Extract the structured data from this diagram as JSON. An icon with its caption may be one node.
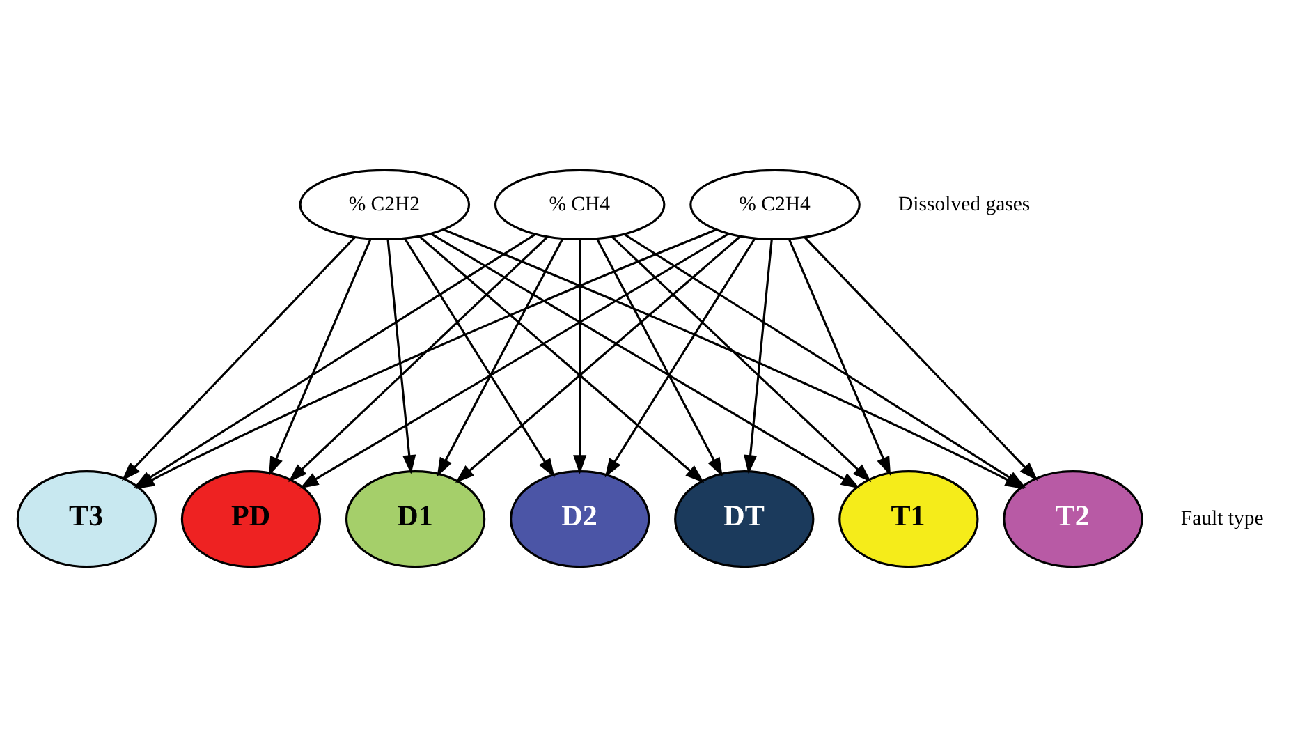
{
  "diagram": {
    "nodes": [
      {
        "text": [
          "% C2H2"
        ]
      },
      {
        "text": [
          "% CH4"
        ]
      },
      {
        "text": [
          "% C2H4"
        ]
      },
      {
        "text": [
          "PD"
        ]
      },
      {
        "text": [
          "D1"
        ]
      },
      {
        "text": [
          "D2"
        ]
      },
      {
        "text": [
          "DT"
        ]
      },
      {
        "text": [
          "T1"
        ]
      },
      {
        "text": [
          "T2"
        ]
      },
      {
        "text": [
          "T3"
        ]
      }
    ],
    "edges": [
      {
        "from": 0,
        "to": 3,
        "arrow": "to"
      },
      {
        "from": 0,
        "to": 4,
        "arrow": "to"
      },
      {
        "from": 0,
        "to": 5,
        "arrow": "to"
      },
      {
        "from": 0,
        "to": 6,
        "arrow": "to"
      },
      {
        "from": 0,
        "to": 7,
        "arrow": "to"
      },
      {
        "from": 0,
        "to": 8,
        "arrow": "to"
      },
      {
        "from": 0,
        "to": 9,
        "arrow": "to"
      },
      {
        "from": 1,
        "to": 3,
        "arrow": "to"
      },
      {
        "from": 1,
        "to": 4,
        "arrow": "to"
      },
      {
        "from": 1,
        "to": 5,
        "arrow": "to"
      },
      {
        "from": 1,
        "to": 6,
        "arrow": "to"
      },
      {
        "from": 1,
        "to": 7,
        "arrow": "to"
      },
      {
        "from": 1,
        "to": 8,
        "arrow": "to"
      },
      {
        "from": 1,
        "to": 9,
        "arrow": "to"
      },
      {
        "from": 2,
        "to": 3,
        "arrow": "to"
      },
      {
        "from": 2,
        "to": 4,
        "arrow": "to"
      },
      {
        "from": 2,
        "to": 5,
        "arrow": "to"
      },
      {
        "from": 2,
        "to": 6,
        "arrow": "to"
      },
      {
        "from": 2,
        "to": 7,
        "arrow": "to"
      },
      {
        "from": 2,
        "to": 8,
        "arrow": "to"
      },
      {
        "from": 2,
        "to": 9,
        "arrow": "to"
      }
    ],
    "labels": [
      "Dissolved gases",
      "Fault type"
    ]
  }
}
